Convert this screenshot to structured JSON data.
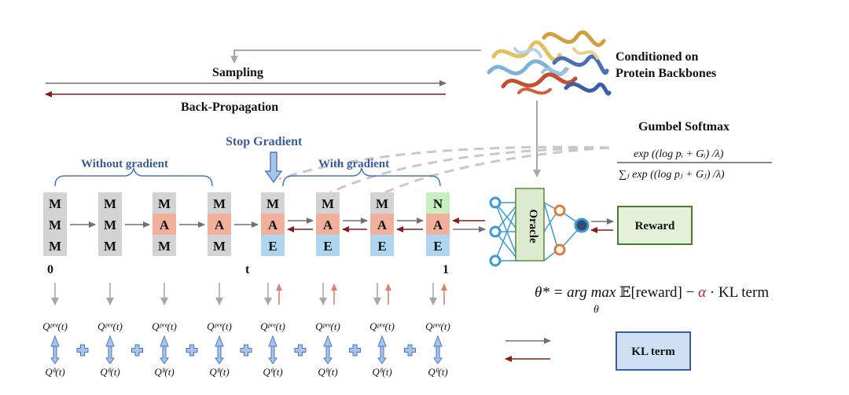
{
  "labels": {
    "sampling": "Sampling",
    "backprop": "Back-Propagation",
    "conditioned_line1": "Conditioned on",
    "conditioned_line2": "Protein Backbones",
    "gumbel_title": "Gumbel Softmax",
    "stop_gradient": "Stop Gradient",
    "without_gradient": "Without gradient",
    "with_gradient": "With gradient",
    "oracle": "Oracle",
    "reward": "Reward",
    "kl_term": "KL term",
    "tick_0": "0",
    "tick_t": "t",
    "tick_1": "1"
  },
  "formulas": {
    "gumbel_numerator": "exp ((log pᵢ + Gᵢ) /λ)",
    "gumbel_denominator": "∑ⱼ exp ((log pⱼ + Gⱼ) /λ)",
    "objective_lhs": "θ* = arg max",
    "objective_sub": "θ",
    "objective_mid": " 𝔼[reward] − ",
    "objective_alpha": "α",
    "objective_rhs": " · KL term"
  },
  "q_labels": {
    "q_pre": "Qᵖʳᵉ(t)",
    "q_theta": "Qᶿ(t)"
  },
  "sequences": [
    [
      "M",
      "M",
      "M"
    ],
    [
      "M",
      "M",
      "M"
    ],
    [
      "M",
      "A",
      "M"
    ],
    [
      "M",
      "A",
      "M"
    ],
    [
      "M",
      "A",
      "E"
    ],
    [
      "M",
      "A",
      "E"
    ],
    [
      "M",
      "A",
      "E"
    ],
    [
      "N",
      "A",
      "E"
    ]
  ],
  "colors": {
    "mask": "#d3d3d3",
    "A": "#f0b09c",
    "E": "#aed6f1",
    "N": "#c9eec0",
    "forward_arrow": "#707070",
    "backward_arrow": "#8b1a1a",
    "brace": "#4a74c9",
    "oracle_fill": "#dcebcf",
    "oracle_border": "#5a8a3a",
    "reward_border": "#4a7a30",
    "reward_fill": "#e4f0d8",
    "kl_fill": "#cfe0f4",
    "kl_border": "#3a5f9e",
    "nn_blue": "#3a9ad9",
    "nn_orange": "#e07a3a",
    "label_blue": "#3a5a9e"
  }
}
